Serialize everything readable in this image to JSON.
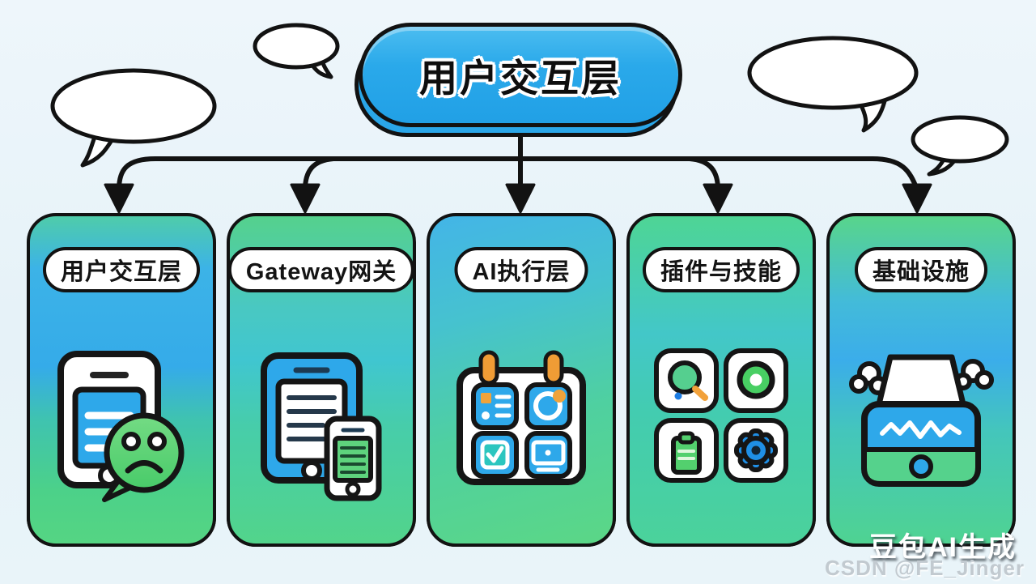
{
  "diagram": {
    "top_node": {
      "label": "用户交互层"
    },
    "cards": [
      {
        "label": "用户交互层",
        "icon": "phone-sad-icon"
      },
      {
        "label": "Gateway网关",
        "icon": "tablet-phone-icon"
      },
      {
        "label": "AI执行层",
        "icon": "calendar-tasks-icon"
      },
      {
        "label": "插件与技能",
        "icon": "plugin-grid-icon"
      },
      {
        "label": "基础设施",
        "icon": "server-icon"
      }
    ]
  },
  "watermark": {
    "line1": "豆包AI生成",
    "line2": "CSDN @FE_Jinger"
  },
  "colors": {
    "background": "#e9f3f9",
    "node_blue": "#2aa9ea",
    "card_edge_blue": "#1f9ae9",
    "card_green": "#52d48b",
    "card_cyan": "#40c6d0",
    "tile_blue": "#2ea8ea",
    "accent_orange": "#f0a33a",
    "accent_green": "#55cf8f",
    "gear_blue": "#1f8fe6",
    "outline_black": "#121212"
  }
}
